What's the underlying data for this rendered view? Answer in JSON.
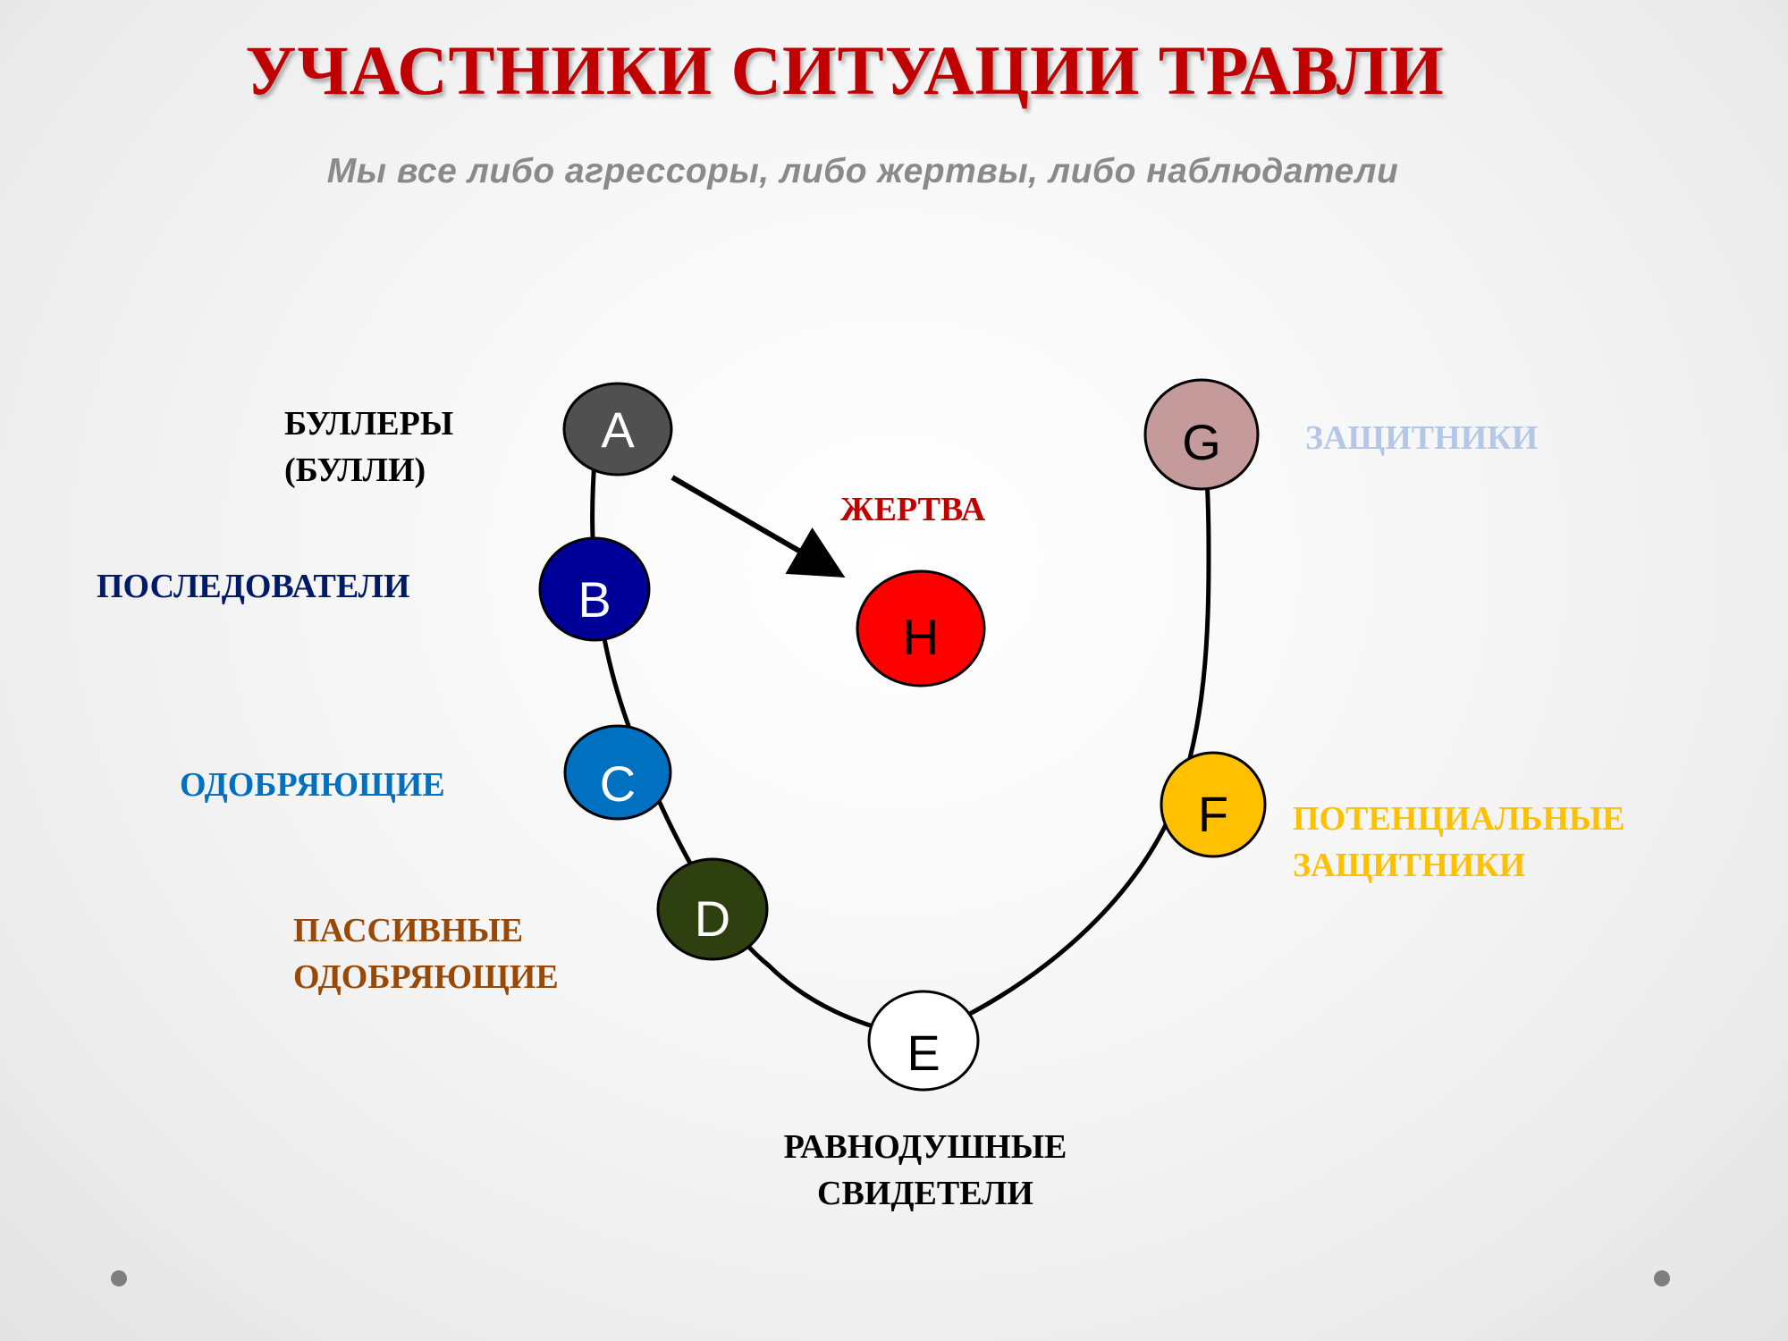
{
  "title": "УЧАСТНИКИ СИТУАЦИИ ТРАВЛИ",
  "subtitle": "Мы все либо агрессоры, либо жертвы, либо наблюдатели",
  "nodes": {
    "A": {
      "letter": "A",
      "fill": "#505050",
      "text_color": "#ffffff"
    },
    "B": {
      "letter": "B",
      "fill": "#000099",
      "text_color": "#ffffff"
    },
    "C": {
      "letter": "C",
      "fill": "#0070c0",
      "text_color": "#ffffff"
    },
    "D": {
      "letter": "D",
      "fill": "#2e4010",
      "text_color": "#ffffff"
    },
    "E": {
      "letter": "E",
      "fill": "#ffffff",
      "text_color": "#000000"
    },
    "F": {
      "letter": "F",
      "fill": "#ffc000",
      "text_color": "#000000"
    },
    "G": {
      "letter": "G",
      "fill": "#c49a9a",
      "text_color": "#000000"
    },
    "H": {
      "letter": "H",
      "fill": "#ff0000",
      "text_color": "#000000"
    }
  },
  "roles": {
    "bullies": {
      "line1": "БУЛЛЕРЫ",
      "line2": "(БУЛЛИ)",
      "color": "#000000"
    },
    "followers": {
      "text": "ПОСЛЕДОВАТЕЛИ",
      "color": "#001a66"
    },
    "approving": {
      "text": "ОДОБРЯЮЩИЕ",
      "color": "#0070c0"
    },
    "passive": {
      "line1": "ПАССИВНЫЕ",
      "line2": "ОДОБРЯЮЩИЕ",
      "color": "#984807"
    },
    "indifferent": {
      "line1": "РАВНОДУШНЫЕ",
      "line2": "СВИДЕТЕЛИ",
      "color": "#000000"
    },
    "potential_defenders": {
      "line1": "ПОТЕНЦИАЛЬНЫЕ",
      "line2": "ЗАЩИТНИКИ",
      "color": "#ffc000"
    },
    "defenders": {
      "text": "ЗАЩИТНИКИ",
      "color": "#b4c7e7"
    },
    "victim": {
      "text": "ЖЕРТВА",
      "color": "#c00000"
    }
  }
}
